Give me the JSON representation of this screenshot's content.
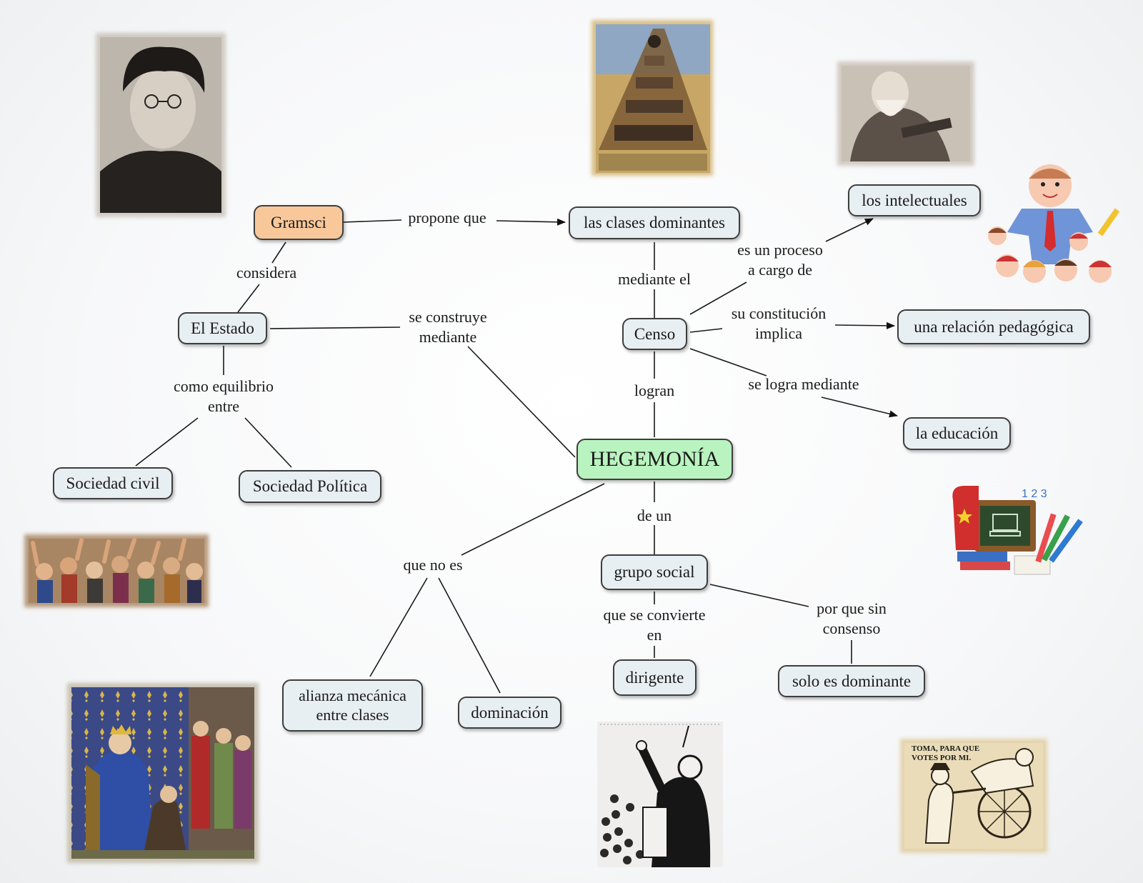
{
  "concepts": {
    "gramsci": "Gramsci",
    "clases_dominantes": "las clases dominantes",
    "intelectuales": "los intelectuales",
    "estado": "El Estado",
    "censo": "Censo",
    "relacion_pedagogica": "una relación pedagógica",
    "educacion": "la educación",
    "sociedad_civil": "Sociedad civil",
    "sociedad_politica": "Sociedad Política",
    "hegemonia": "HEGEMONÍA",
    "grupo_social": "grupo social",
    "alianza": "alianza mecánica\nentre clases",
    "dominacion": "dominación",
    "dirigente": "dirigente",
    "solo_dominante": "solo es dominante"
  },
  "links": {
    "propone_que": "propone que",
    "considera": "considera",
    "mediante_el": "mediante el",
    "proceso": "es un proceso\na cargo de",
    "constitucion": "su constitución\nimplica",
    "se_construye": "se construye\nmediante",
    "equilibrio": "como equilibrio\nentre",
    "logran": "logran",
    "logra_mediante": "se logra mediante",
    "de_un": "de un",
    "que_no_es": "que no es",
    "convierte": "que se convierte\nen",
    "sin_consenso": "por que sin\nconsenso"
  },
  "illustrations": {
    "cartoon_caption": "TOMA, PARA QUE\nVOTES POR MI."
  },
  "colors": {
    "concept_fill": "#e8eff3",
    "gramsci_fill": "#f9c89a",
    "hegemonia_fill": "#b9f3bf",
    "border": "#3e3e3e"
  }
}
